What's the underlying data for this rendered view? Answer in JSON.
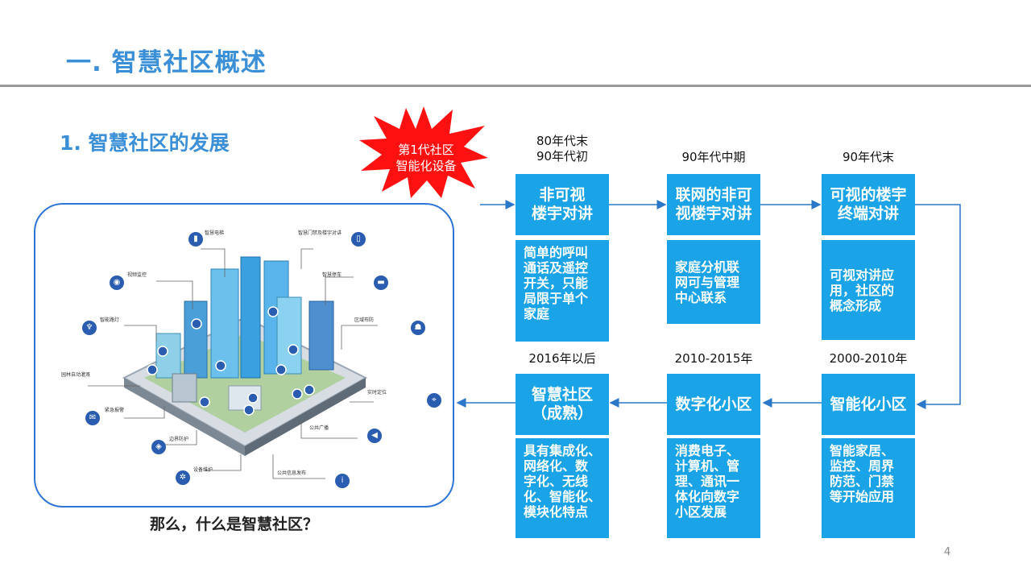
{
  "header": {
    "title": "一. 智慧社区概述"
  },
  "section": {
    "subtitle": "1. 智慧社区的发展"
  },
  "burst": {
    "line1": "第1代社区",
    "line2": "智能化设备"
  },
  "question": "那么，什么是智慧社区？",
  "page_number": "4",
  "illustration": {
    "labels": [
      "智慧电梯",
      "智慧门禁及楼宇对讲",
      "视频监控",
      "智慧停车",
      "智能路灯",
      "区域布防",
      "园林自动灌溉",
      "实时定位",
      "紧急报警",
      "公共广播",
      "边界防护",
      "设备维护",
      "公共信息发布"
    ]
  },
  "timeline": [
    {
      "time": "80年代末\n90年代初",
      "header": "非可视\n楼宇对讲",
      "desc": "简单的呼叫\n通话及遥控\n开关，只能\n局限于单个\n家庭"
    },
    {
      "time": "90年代中期",
      "header": "联网的非可\n视楼宇对讲",
      "desc": "家庭分机联\n网可与管理\n中心联系"
    },
    {
      "time": "90年代末",
      "header": "可视的楼宇\n终端对讲",
      "desc": "可视对讲应\n用，社区的\n概念形成"
    },
    {
      "time": "2016年以后",
      "header": "智慧社区\n（成熟）",
      "desc": "具有集成化、\n网络化、数\n字化、无线\n化、智能化、\n模块化特点"
    },
    {
      "time": "2010-2015年",
      "header": "数字化小区",
      "desc": "消费电子、\n计算机、管\n理、通讯一\n体化向数字\n小区发展"
    },
    {
      "time": "2000-2010年",
      "header": "智能化小区",
      "desc": "智能家居、\n监控、周界\n防范、门禁\n等开始应用"
    }
  ]
}
